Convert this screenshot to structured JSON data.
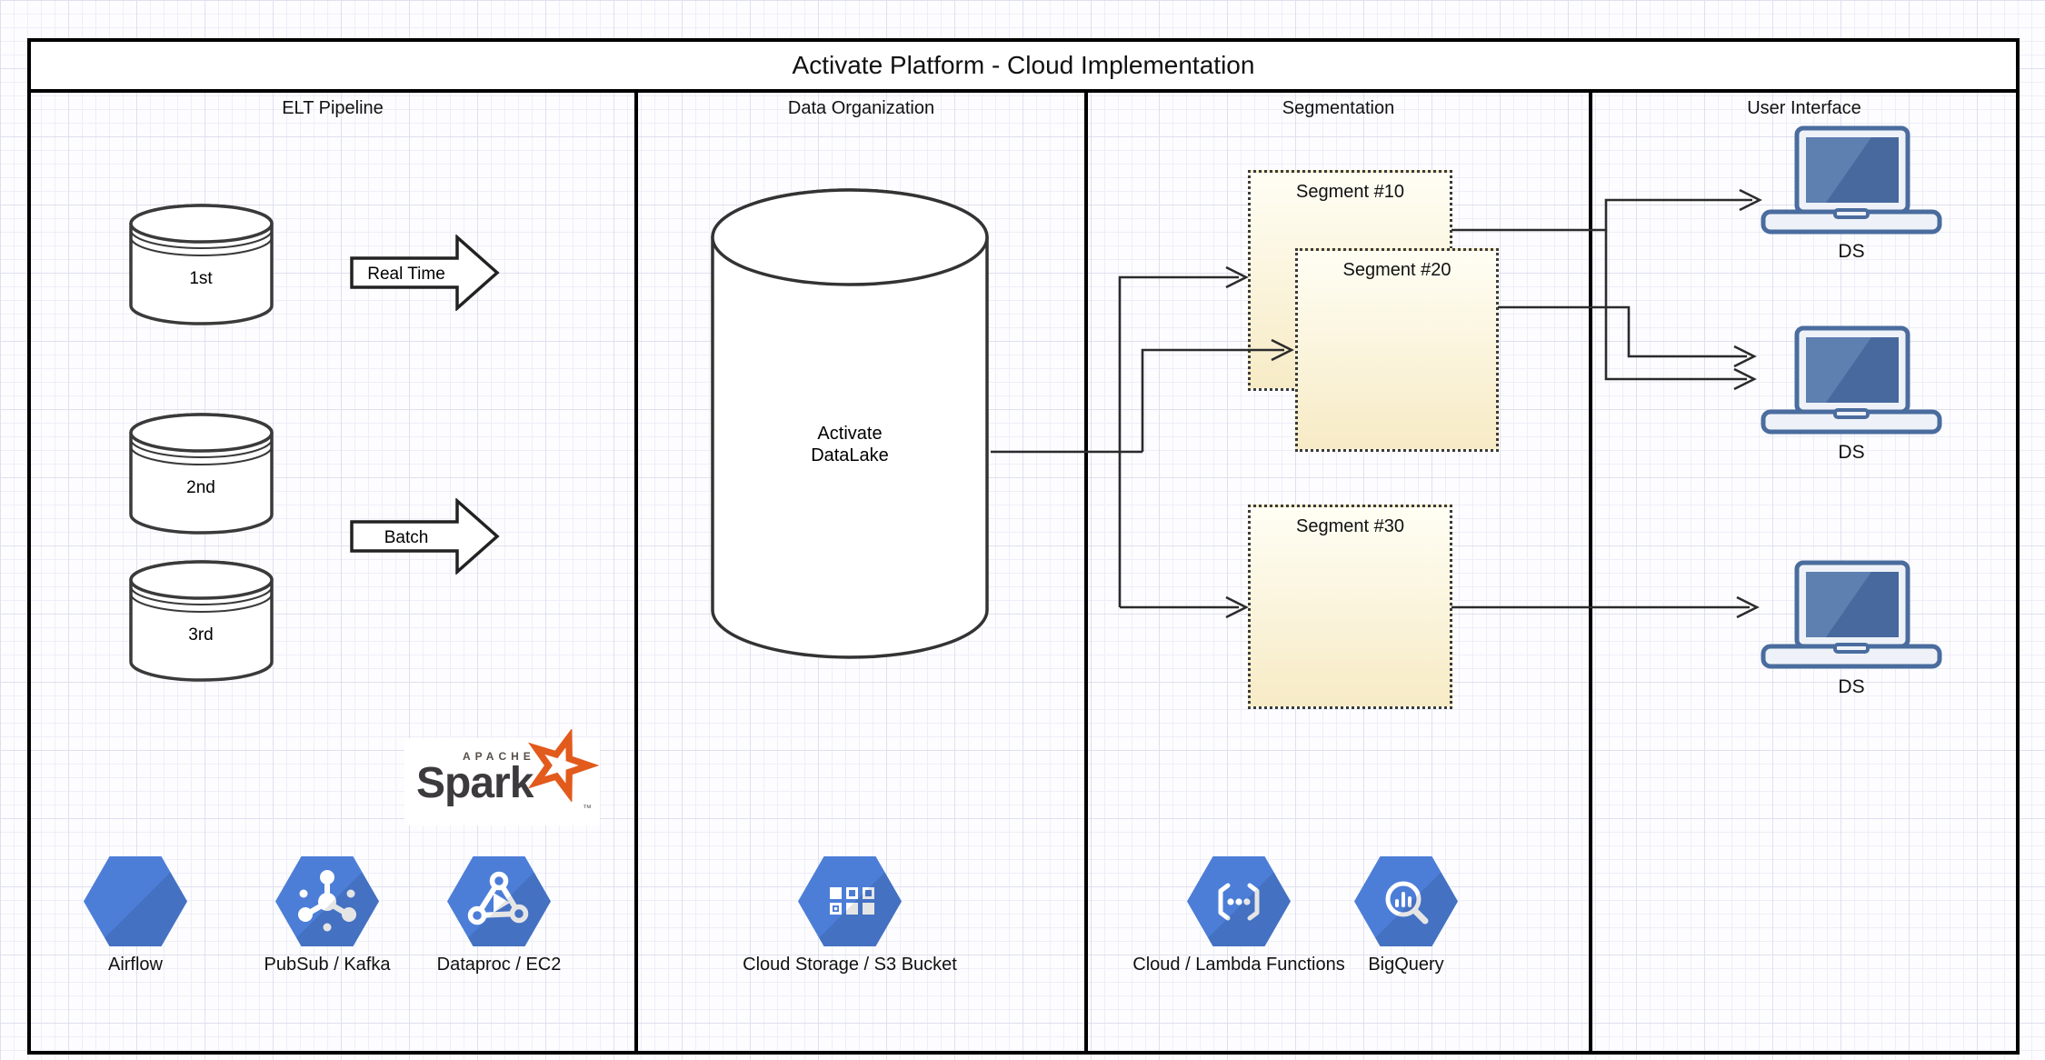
{
  "title": "Activate Platform - Cloud Implementation",
  "columns": [
    {
      "label": "ELT Pipeline"
    },
    {
      "label": "Data Organization"
    },
    {
      "label": "Segmentation"
    },
    {
      "label": "User Interface"
    }
  ],
  "elt": {
    "databases": [
      {
        "label": "1st"
      },
      {
        "label": "2nd"
      },
      {
        "label": "3rd"
      }
    ],
    "flows": [
      {
        "label": "Real Time"
      },
      {
        "label": "Batch"
      }
    ],
    "spark": {
      "apache": "APACHE",
      "name": "Spark",
      "tm": "™"
    },
    "icons": [
      {
        "name": "airflow-hexagon",
        "label": "Airflow"
      },
      {
        "name": "pubsub-hexagon",
        "label": "PubSub / Kafka"
      },
      {
        "name": "dataproc-hexagon",
        "label": "Dataproc / EC2"
      }
    ]
  },
  "data_org": {
    "datalake_line1": "Activate",
    "datalake_line2": "DataLake",
    "icon": {
      "name": "cloud-storage-hexagon",
      "label": "Cloud Storage / S3 Bucket"
    }
  },
  "segmentation": {
    "segments": [
      {
        "label": "Segment #10"
      },
      {
        "label": "Segment #20"
      },
      {
        "label": "Segment #30"
      }
    ],
    "icons": [
      {
        "name": "cloud-functions-hexagon",
        "label": "Cloud / Lambda Functions"
      },
      {
        "name": "bigquery-hexagon",
        "label": "BigQuery"
      }
    ]
  },
  "ui": {
    "devices": [
      {
        "label": "DS"
      },
      {
        "label": "DS"
      },
      {
        "label": "DS"
      }
    ]
  },
  "colors": {
    "hexagon_blue": "#4C7ED8",
    "laptop_frame": "#4A6C9E",
    "laptop_screen": "#47699D",
    "laptop_sheen": "#5D80B0",
    "laptop_bezel": "#EEF2F8",
    "segment_fill_top": "#FFFEF4",
    "segment_fill_bottom": "#F7EBC6",
    "spark_orange": "#E25A1C",
    "line_color": "#2B2B2B"
  }
}
